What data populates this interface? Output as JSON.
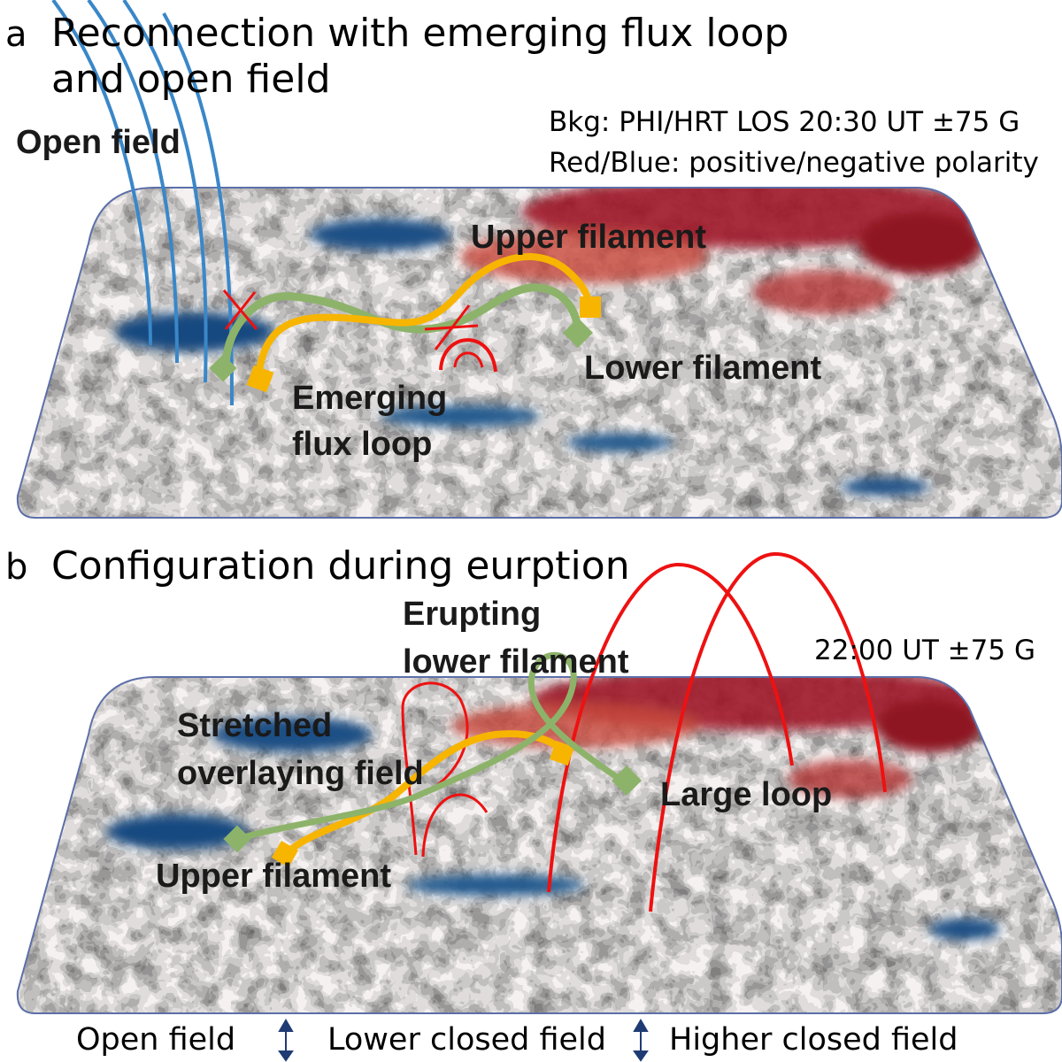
{
  "panel_a": {
    "letter": "a",
    "title_line1": "Reconnection with emerging flux loop",
    "title_line2": "and open field",
    "bkg_line1": "Bkg: PHI/HRT LOS 20:30 UT ±75 G",
    "bkg_line2": "Red/Blue: positive/negative polarity",
    "labels": {
      "open_field": "Open field",
      "upper_filament": "Upper filament",
      "lower_filament": "Lower filament",
      "emerging_line1": "Emerging",
      "emerging_line2": "flux loop"
    }
  },
  "panel_b": {
    "letter": "b",
    "title": "Configuration during eurption",
    "time": "22:00 UT ±75 G",
    "labels": {
      "erupting_line1": "Erupting",
      "erupting_line2": "lower filament",
      "stretched_line1": "Stretched",
      "stretched_line2": "overlaying field",
      "large_loop": "Large loop",
      "upper_filament": "Upper filament"
    }
  },
  "footer": {
    "open_field": "Open field",
    "lower_closed": "Lower closed field",
    "higher_closed": "Higher closed field"
  },
  "colors": {
    "open_field": "#3a87c8",
    "upper_filament": "#f7b500",
    "lower_filament": "#8db36a",
    "closed_field": "#ee1111",
    "plate_border": "#5c6fa8",
    "arrow": "#1f3b73"
  }
}
